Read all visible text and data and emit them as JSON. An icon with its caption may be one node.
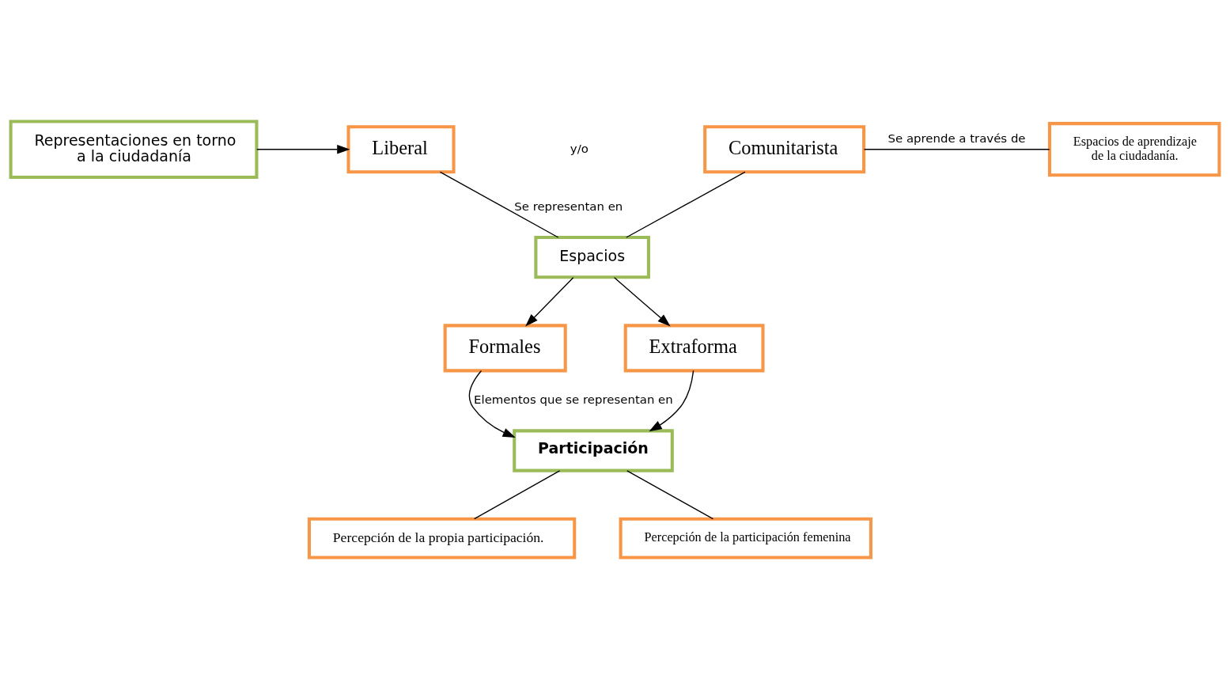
{
  "diagram": {
    "nodes": [
      {
        "text": [
          "Representaciones en torno a la ciudadanía"
        ]
      },
      {
        "text": [
          "Liberal"
        ]
      },
      {
        "text": [
          "Comunitarista"
        ]
      },
      {
        "text": [
          "Espacios de aprendizaje de la ciudadanía."
        ]
      },
      {
        "text": [
          "Espacios"
        ]
      },
      {
        "text": [
          "Formales"
        ]
      },
      {
        "text": [
          "Extraforma"
        ]
      },
      {
        "text": [
          "Participación"
        ]
      },
      {
        "text": [
          "Percepción de la propia participación."
        ]
      },
      {
        "text": [
          "Percepción de la participación femenina"
        ]
      }
    ],
    "edges": [
      {
        "from": 0,
        "to": 1,
        "arrow": "to"
      },
      {
        "from": 2,
        "to": 3,
        "arrow": "none",
        "label": "Se aprende a través de"
      },
      {
        "from": 1,
        "to": 4,
        "arrow": "none",
        "label": "Se representan en"
      },
      {
        "from": 2,
        "to": 4,
        "arrow": "none"
      },
      {
        "from": 4,
        "to": 5,
        "arrow": "to"
      },
      {
        "from": 4,
        "to": 6,
        "arrow": "to"
      },
      {
        "from": 5,
        "to": 7,
        "arrow": "to",
        "label": "Elementos que se representan en"
      },
      {
        "from": 6,
        "to": 7,
        "arrow": "to"
      },
      {
        "from": 7,
        "to": 8,
        "arrow": "none"
      },
      {
        "from": 7,
        "to": 9,
        "arrow": "none"
      }
    ],
    "labels": [
      "y/o"
    ]
  }
}
